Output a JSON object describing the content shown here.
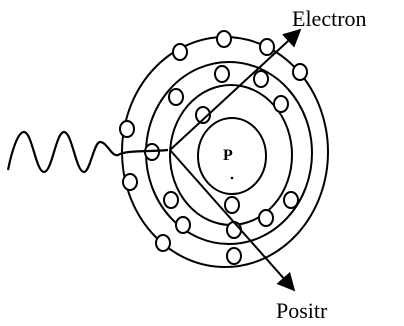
{
  "labels": {
    "electron": "Electron",
    "positron": "Positr",
    "nucleus": "P"
  }
}
